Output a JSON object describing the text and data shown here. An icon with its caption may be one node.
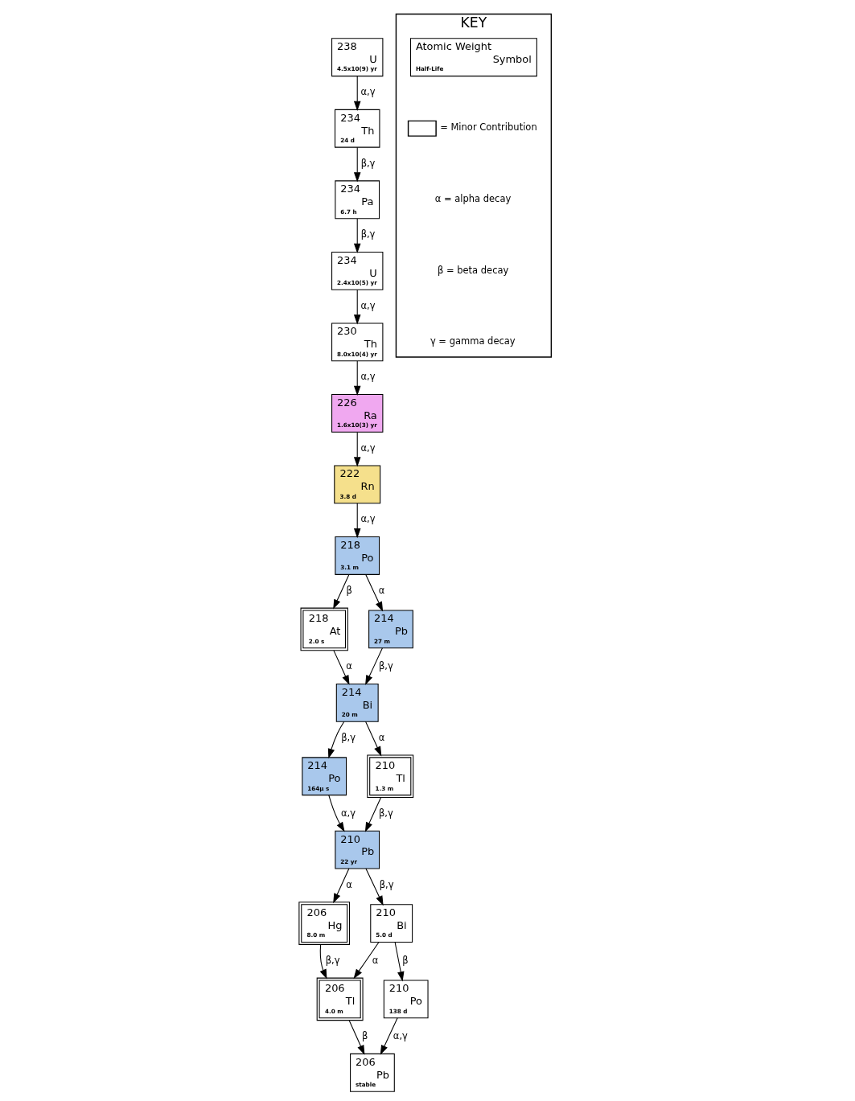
{
  "diagram": {
    "nodes": [
      {
        "text": [
          "238",
          "U",
          "4.5x10(9) yr"
        ]
      },
      {
        "text": [
          "234",
          "Th",
          "24 d"
        ]
      },
      {
        "text": [
          "234",
          "Pa",
          "6.7 h"
        ]
      },
      {
        "text": [
          "234",
          "U",
          "2.4x10(5) yr"
        ]
      },
      {
        "text": [
          "230",
          "Th",
          "8.0x10(4) yr"
        ]
      },
      {
        "text": [
          "226",
          "Ra",
          "1.6x10(3) yr"
        ]
      },
      {
        "text": [
          "222",
          "Rn",
          "3.8 d"
        ]
      },
      {
        "text": [
          "218",
          "Po",
          "3.1 m"
        ]
      },
      {
        "text": [
          "218",
          "At",
          "2.0 s"
        ]
      },
      {
        "text": [
          "214",
          "Pb",
          "27 m"
        ]
      },
      {
        "text": [
          "214",
          "Bi",
          "20 m"
        ]
      },
      {
        "text": [
          "214",
          "Po",
          "164µ s"
        ]
      },
      {
        "text": [
          "210",
          "Tl",
          "1.3 m"
        ]
      },
      {
        "text": [
          "210",
          "Pb",
          "22 yr"
        ]
      },
      {
        "text": [
          "206",
          "Hg",
          "8.0 m"
        ]
      },
      {
        "text": [
          "210",
          "Bi",
          "5.0 d"
        ]
      },
      {
        "text": [
          "210",
          "Po",
          "138 d"
        ]
      },
      {
        "text": [
          "206",
          "Tl",
          "4.0 m"
        ]
      },
      {
        "text": [
          "206",
          "Pb",
          "stable"
        ]
      },
      {
        "text": [
          "KEY"
        ]
      },
      {
        "text": [
          "Atomic Weight",
          "Symbol",
          "Half-Life"
        ],
        "in": 19
      }
    ],
    "edges": [
      {
        "from": 0,
        "to": 1,
        "arrow": "to",
        "label": "α,γ"
      },
      {
        "from": 1,
        "to": 2,
        "arrow": "to",
        "label": "β,γ"
      },
      {
        "from": 2,
        "to": 3,
        "arrow": "to",
        "label": "β,γ"
      },
      {
        "from": 3,
        "to": 4,
        "arrow": "to",
        "label": "α,γ"
      },
      {
        "from": 4,
        "to": 5,
        "arrow": "to",
        "label": "α,γ"
      },
      {
        "from": 5,
        "to": 6,
        "arrow": "to",
        "label": "α,γ"
      },
      {
        "from": 6,
        "to": 7,
        "arrow": "to",
        "label": "α,γ"
      },
      {
        "from": 7,
        "to": 8,
        "arrow": "to",
        "label": "β"
      },
      {
        "from": 7,
        "to": 9,
        "arrow": "to",
        "label": "α"
      },
      {
        "from": 8,
        "to": 10,
        "arrow": "to",
        "label": "α"
      },
      {
        "from": 9,
        "to": 10,
        "arrow": "to",
        "label": "β,γ"
      },
      {
        "from": 10,
        "to": 11,
        "arrow": "to",
        "label": "β,γ"
      },
      {
        "from": 10,
        "to": 12,
        "arrow": "to",
        "label": "α"
      },
      {
        "from": 11,
        "to": 13,
        "arrow": "to",
        "label": "α,γ"
      },
      {
        "from": 12,
        "to": 13,
        "arrow": "to",
        "label": "β,γ"
      },
      {
        "from": 13,
        "to": 15,
        "arrow": "to",
        "label": "β,γ"
      },
      {
        "from": 13,
        "to": 14,
        "arrow": "to",
        "label": "α"
      },
      {
        "from": 15,
        "to": 16,
        "arrow": "to",
        "label": "β"
      },
      {
        "from": 15,
        "to": 17,
        "arrow": "to",
        "label": "α"
      },
      {
        "from": 14,
        "to": 17,
        "arrow": "to",
        "label": "β,γ"
      },
      {
        "from": 16,
        "to": 18,
        "arrow": "to",
        "label": "α,γ"
      },
      {
        "from": 17,
        "to": 18,
        "arrow": "to",
        "label": "β"
      }
    ],
    "legend": [
      {
        "text": "= Minor Contribution"
      },
      {
        "text": "α = alpha decay"
      },
      {
        "text": "β = beta decay"
      },
      {
        "text": "γ = gamma decay"
      }
    ]
  }
}
